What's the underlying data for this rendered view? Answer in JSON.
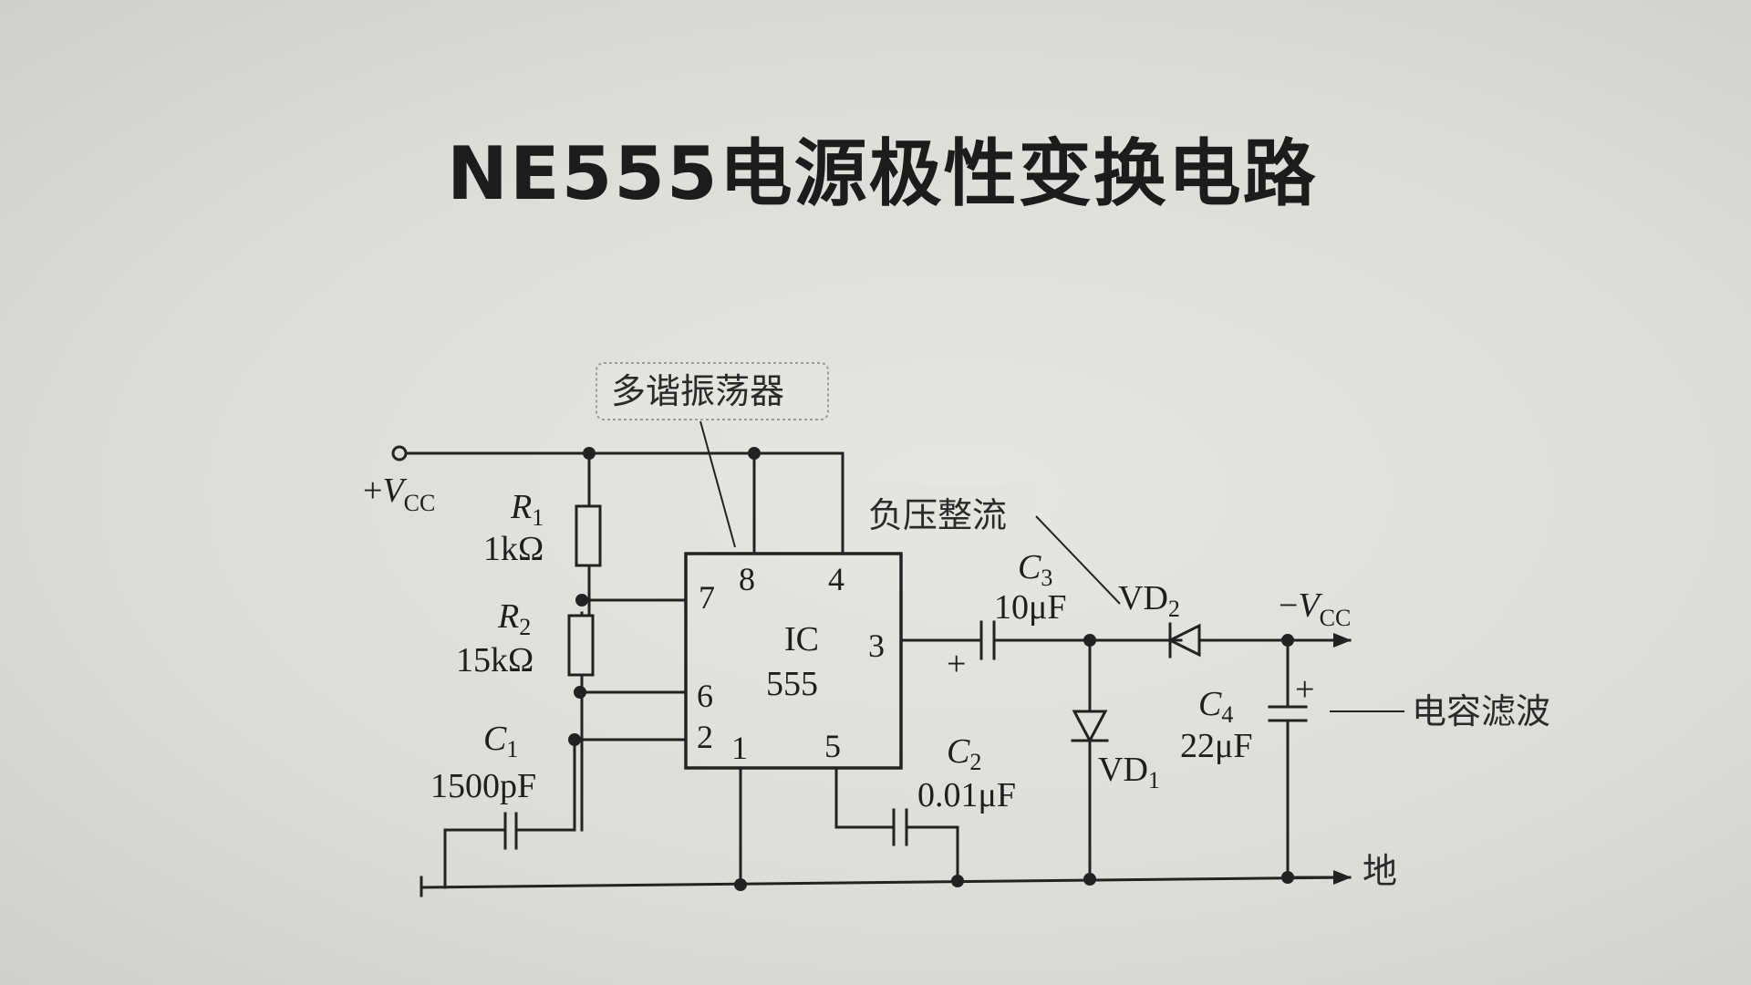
{
  "title": "NE555电源极性变换电路",
  "annotations": {
    "multivibrator": "多谐振荡器",
    "negative_rectifier": "负压整流",
    "capacitor_filter": "电容滤波",
    "ground": "地"
  },
  "supply": {
    "positive": {
      "prefix": "+",
      "symbol": "V",
      "sub": "CC"
    },
    "negative": {
      "prefix": "−",
      "symbol": "V",
      "sub": "CC"
    }
  },
  "ic": {
    "line1": "IC",
    "line2": "555"
  },
  "pins": {
    "p1": "1",
    "p2": "2",
    "p3": "3",
    "p4": "4",
    "p5": "5",
    "p6": "6",
    "p7": "7",
    "p8": "8"
  },
  "components": {
    "R1": {
      "symbol": "R",
      "sub": "1",
      "value": "1kΩ"
    },
    "R2": {
      "symbol": "R",
      "sub": "2",
      "value": "15kΩ"
    },
    "C1": {
      "symbol": "C",
      "sub": "1",
      "value": "1500pF"
    },
    "C2": {
      "symbol": "C",
      "sub": "2",
      "value": "0.01μF"
    },
    "C3": {
      "symbol": "C",
      "sub": "3",
      "value": "10μF"
    },
    "C4": {
      "symbol": "C",
      "sub": "4",
      "value": "22μF"
    },
    "VD1": {
      "symbol": "VD",
      "sub": "1"
    },
    "VD2": {
      "symbol": "VD",
      "sub": "2"
    }
  },
  "polarity": {
    "c3_plus": "+",
    "c4_plus": "+"
  }
}
